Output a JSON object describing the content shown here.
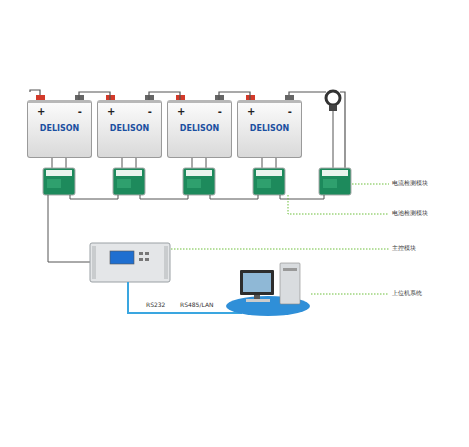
{
  "diagram": {
    "nodes": [
      {
        "text": [
          "+",
          "-",
          "DELISON"
        ]
      },
      {
        "text": [
          "+",
          "-",
          "DELISON"
        ]
      },
      {
        "text": [
          "+",
          "-",
          "DELISON"
        ]
      },
      {
        "text": [
          "+",
          "-",
          "DELISON"
        ]
      }
    ],
    "edges": [
      {
        "from": 0,
        "to": 1,
        "arrow": "none"
      },
      {
        "from": 1,
        "to": 2,
        "arrow": "none"
      },
      {
        "from": 2,
        "to": 3,
        "arrow": "none"
      }
    ],
    "labels": [
      "电流检测模块",
      "电池检测模块",
      "主控模块",
      "RS232",
      "RS485/LAN",
      "上位机系统"
    ]
  }
}
